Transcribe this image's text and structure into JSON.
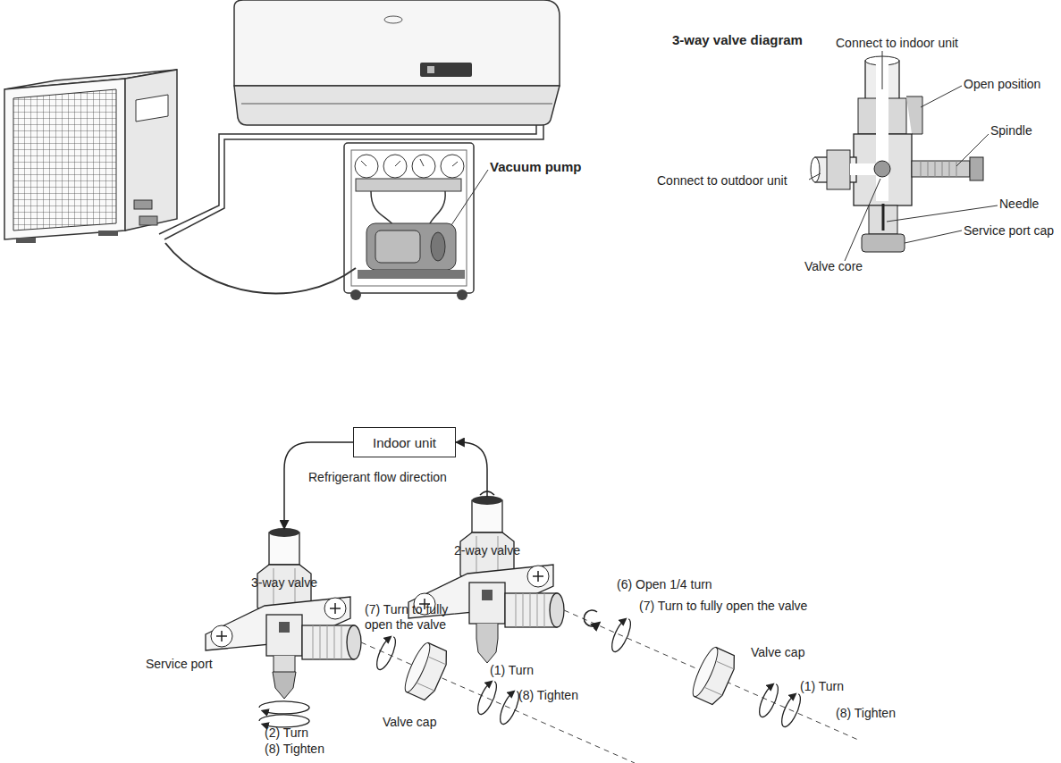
{
  "diagram": {
    "nodes": [
      {
        "text": [
          "Indoor unit"
        ]
      },
      {
        "text": [
          "3-way valve"
        ]
      },
      {
        "text": [
          "2-way valve"
        ]
      }
    ],
    "edges": [
      {
        "from": 0,
        "to": 1,
        "arrow": "to"
      },
      {
        "from": 2,
        "to": 0,
        "arrow": "to"
      }
    ],
    "labels": [
      "3-way valve diagram",
      "Connect to indoor unit",
      "Open position",
      "Vacuum pump",
      "Spindle",
      "Connect to outdoor unit",
      "Needle",
      "Service port cap",
      "Valve core",
      "Refrigerant flow direction",
      "(6) Open 1/4 turn",
      "(7) Turn to fully open the valve",
      "(7) Turn to fully open the valve",
      "Valve cap",
      "(1) Turn",
      "(8) Tighten",
      "Service port",
      "Valve cap",
      "(1) Turn",
      "(8) Tighten",
      "(2) Turn",
      "(8) Tighten"
    ]
  }
}
